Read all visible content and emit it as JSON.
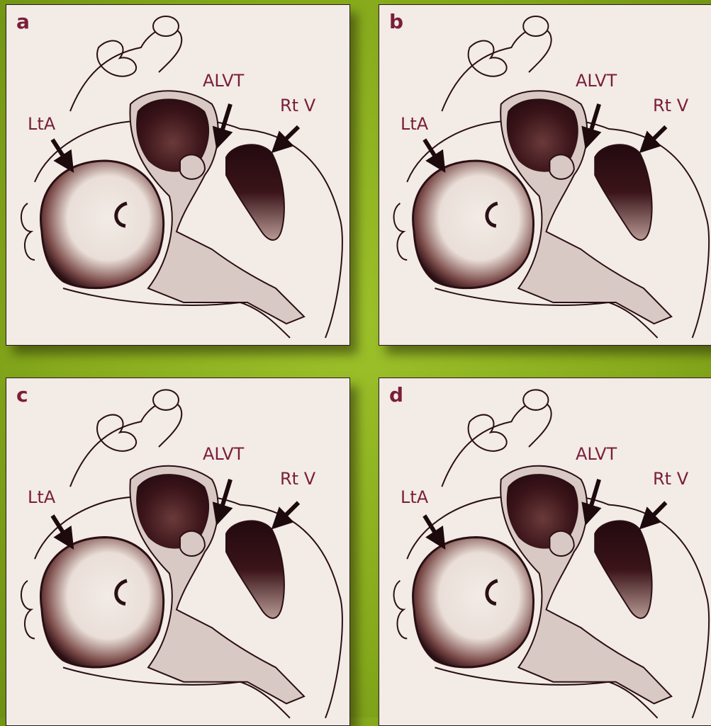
{
  "panels": [
    {
      "letter": "a",
      "labels": {
        "lta": "LtA",
        "alvt": "ALVT",
        "rtv": "Rt V"
      }
    },
    {
      "letter": "b",
      "labels": {
        "lta": "LtA",
        "alvt": "ALVT",
        "rtv": "Rt V"
      }
    },
    {
      "letter": "c",
      "labels": {
        "lta": "LtA",
        "alvt": "ALVT",
        "rtv": "Rt V"
      }
    },
    {
      "letter": "d",
      "labels": {
        "lta": "LtA",
        "alvt": "ALVT",
        "rtv": "Rt V"
      }
    }
  ],
  "colors": {
    "background": "#8db220",
    "label": "#7a1e3a",
    "ink": "#2a0f14",
    "paper": "#f2ebe6"
  }
}
